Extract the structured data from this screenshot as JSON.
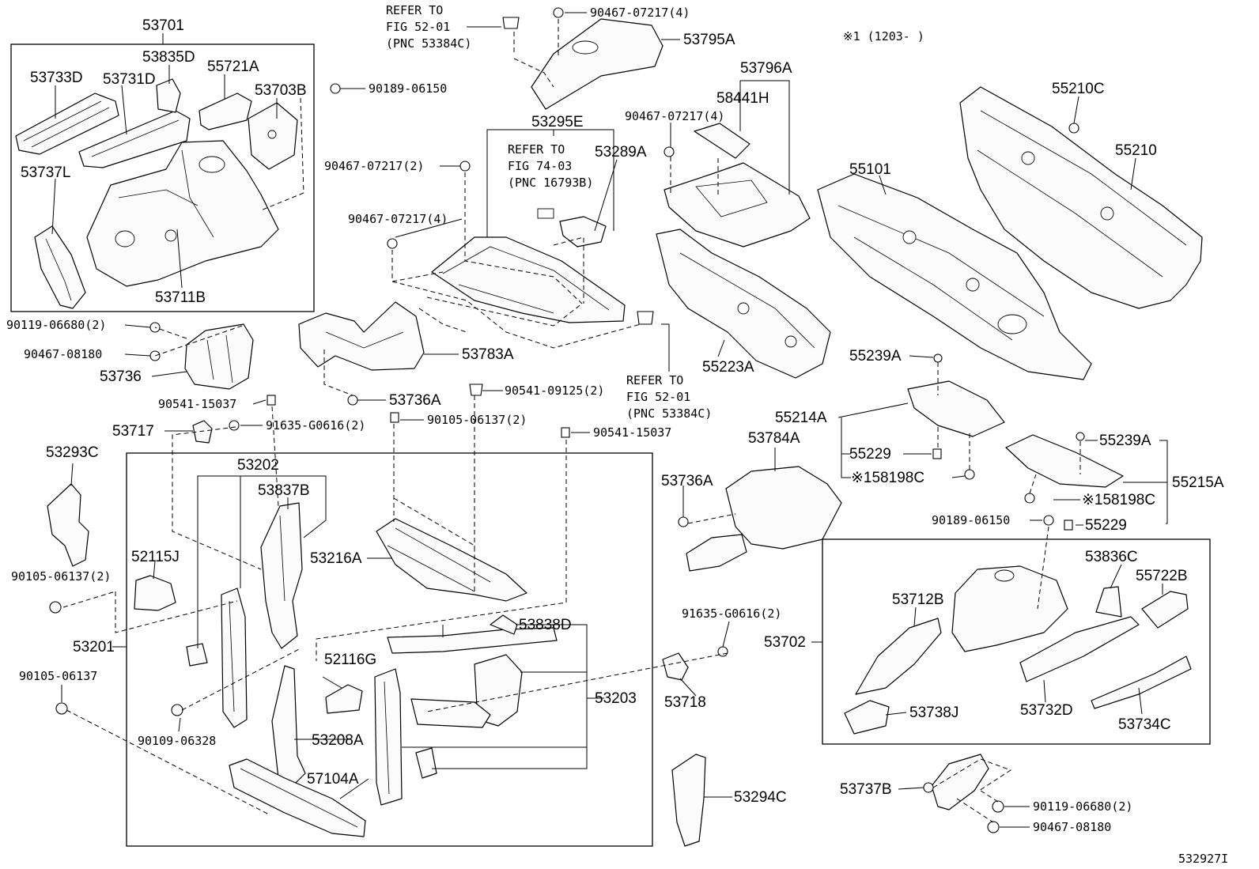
{
  "diagram": {
    "note": "※1 (1203-     )",
    "figure_id": "532927I",
    "labels": {
      "p53701": "53701",
      "p53835D": "53835D",
      "p53733D": "53733D",
      "p53731D": "53731D",
      "p55721A": "55721A",
      "p53703B": "53703B",
      "p90189_06150_a": "90189-06150",
      "p53737L": "53737L",
      "p53711B": "53711B",
      "p90119_06680_a": "90119-06680(2)",
      "p90467_08180_a": "90467-08180",
      "p53736": "53736",
      "p90541_15037_a": "90541-15037",
      "p91635_G0616_a": "91635-G0616(2)",
      "p53717": "53717",
      "p53293C": "53293C",
      "p90105_06137_2": "90105-06137(2)",
      "p52115J": "52115J",
      "p53201": "53201",
      "p90105_06137": "90105-06137",
      "p53202": "53202",
      "p53837B": "53837B",
      "p90109_06328": "90109-06328",
      "p53795A": "53795A",
      "p90467_07217_4_top": "90467-07217(4)",
      "p53295E": "53295E",
      "p53289A": "53289A",
      "p90467_07217_2": "90467-07217(2)",
      "p90467_07217_4_mid": "90467-07217(4)",
      "p53783A": "53783A",
      "p53736A_a": "53736A",
      "p90541_09125": "90541-09125(2)",
      "p90105_06137_2b": "90105-06137(2)",
      "p90541_15037_b": "90541-15037",
      "p53216A": "53216A",
      "p52116G": "52116G",
      "p53208A": "53208A",
      "p57104A": "57104A",
      "p53838D": "53838D",
      "p53203": "53203",
      "p53796A": "53796A",
      "p58441H": "58441H",
      "p90467_07217_4_r": "90467-07217(4)",
      "p55223A": "55223A",
      "p53784A": "53784A",
      "p53736A_b": "53736A",
      "p91635_G0616_b": "91635-G0616(2)",
      "p53718": "53718",
      "p53294C": "53294C",
      "p55101": "55101",
      "p55210C": "55210C",
      "p55210": "55210",
      "p55239A_a": "55239A",
      "p55214A": "55214A",
      "p55229_a": "55229",
      "p58198C_a": "※158198C",
      "p55239A_b": "55239A",
      "p55215A": "55215A",
      "p58198C_b": "※158198C",
      "p90189_06150_b": "90189-06150",
      "p55229_b": "55229",
      "p53836C": "53836C",
      "p55722B": "55722B",
      "p53712B": "53712B",
      "p53702": "53702",
      "p53738J": "53738J",
      "p53732D": "53732D",
      "p53734C": "53734C",
      "p53737B": "53737B",
      "p90119_06680_b": "90119-06680(2)",
      "p90467_08180_b": "90467-08180"
    },
    "refs": {
      "r1": {
        "l1": "REFER TO",
        "l2": "FIG 52-01",
        "l3": "(PNC 53384C)"
      },
      "r2": {
        "l1": "REFER TO",
        "l2": "FIG 74-03",
        "l3": "(PNC 16793B)"
      },
      "r3": {
        "l1": "REFER TO",
        "l2": "FIG 52-01",
        "l3": "(PNC 53384C)"
      }
    }
  }
}
